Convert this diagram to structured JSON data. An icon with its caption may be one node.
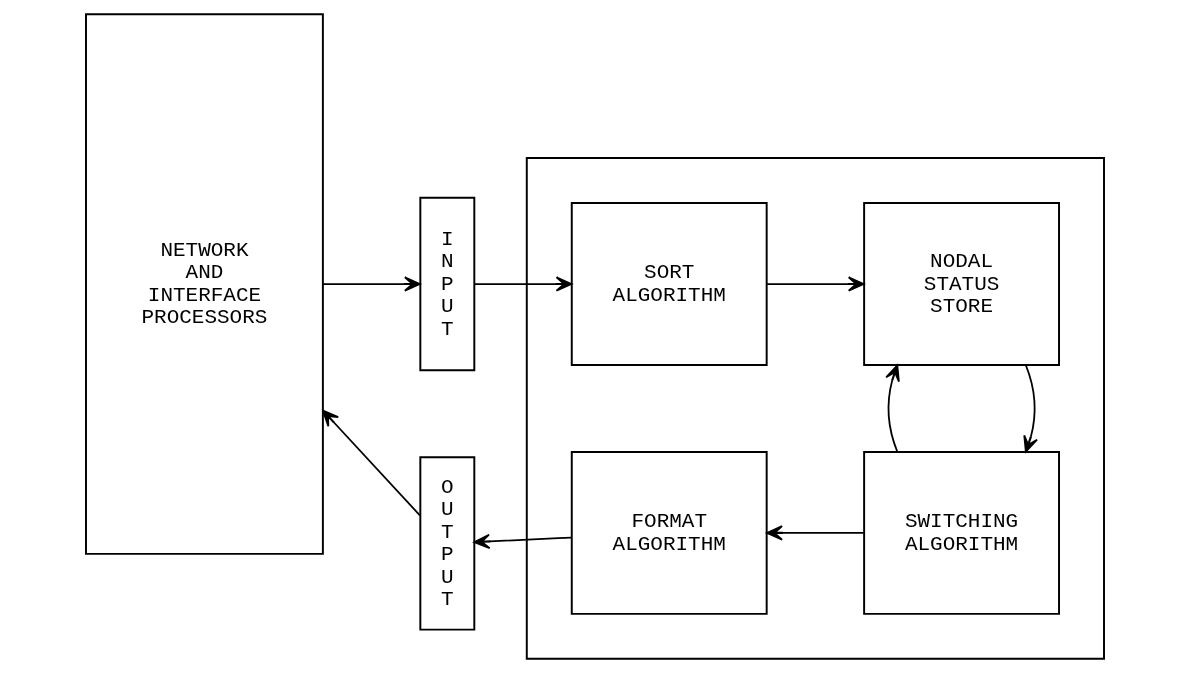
{
  "diagram": {
    "nodes": [
      {
        "text": [
          "NETWORK AND INTERFACE PROCESSORS"
        ]
      },
      {
        "text": [],
        "shape": "box"
      },
      {
        "text": [
          "INPUT"
        ]
      },
      {
        "text": [
          "SORT ALGORITHM"
        ],
        "in": 1
      },
      {
        "text": [
          "NODAL STATUS STORE"
        ],
        "in": 1
      },
      {
        "text": [
          "OUTPUT"
        ]
      },
      {
        "text": [
          "FORMAT ALGORITHM"
        ],
        "in": 1
      },
      {
        "text": [
          "SWITCHING ALGORITHM"
        ],
        "in": 1
      }
    ],
    "edges": [
      {
        "from": 0,
        "to": 2,
        "arrow": "to"
      },
      {
        "from": 2,
        "to": 3,
        "arrow": "to"
      },
      {
        "from": 3,
        "to": 4,
        "arrow": "to"
      },
      {
        "from": 4,
        "to": 7,
        "arrow": "to"
      },
      {
        "from": 7,
        "to": 4,
        "arrow": "to"
      },
      {
        "from": 7,
        "to": 6,
        "arrow": "to"
      },
      {
        "from": 6,
        "to": 5,
        "arrow": "to"
      },
      {
        "from": 5,
        "to": 0,
        "arrow": "to"
      }
    ]
  }
}
